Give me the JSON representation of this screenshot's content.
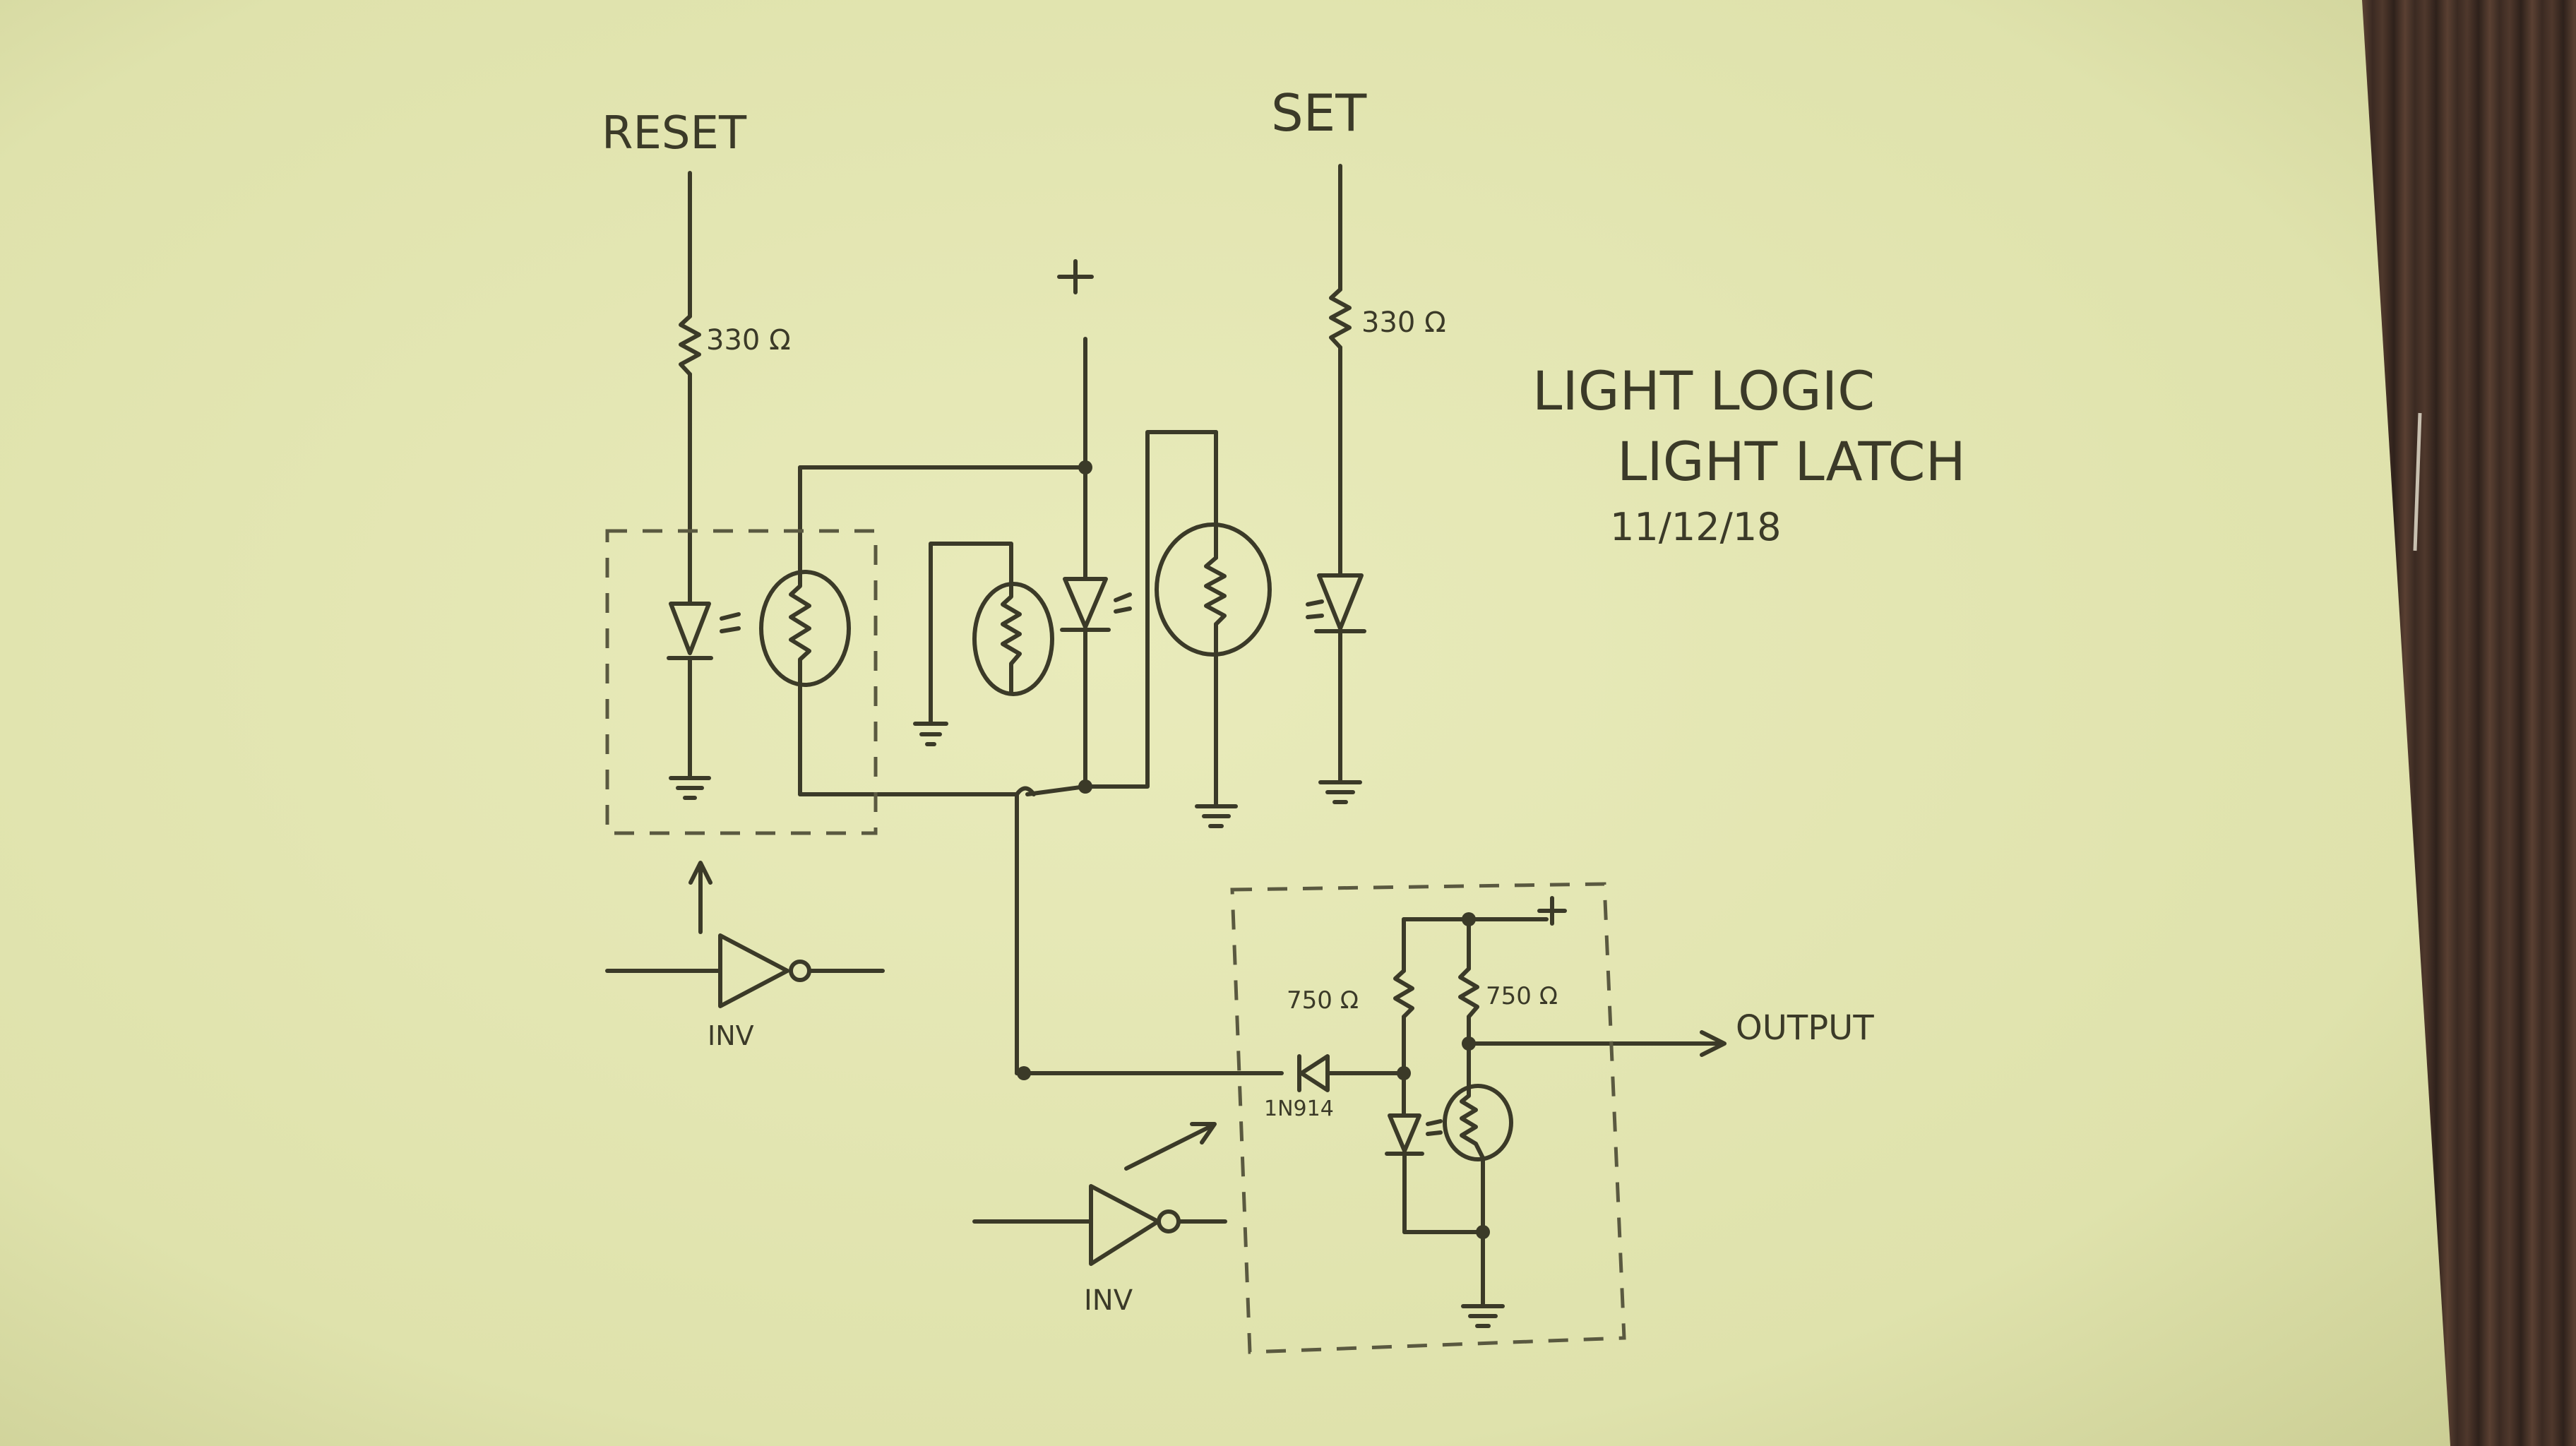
{
  "labels": {
    "reset": "RESET",
    "set": "SET",
    "plus_top": "+",
    "plus_bottom": "+",
    "r_reset": "330 Ω",
    "r_set": "330 Ω",
    "r_left": "750 Ω",
    "r_right": "750 Ω",
    "output": "OUTPUT",
    "diode": "1N914",
    "inv1": "INV",
    "inv2": "INV"
  },
  "title": {
    "line1": "LIGHT LOGIC",
    "line2": "LIGHT LATCH",
    "date": "11/12/18"
  },
  "colors": {
    "ink": "#3b3a28",
    "paper": "#e4e6b2",
    "wood": "#4a3428"
  }
}
